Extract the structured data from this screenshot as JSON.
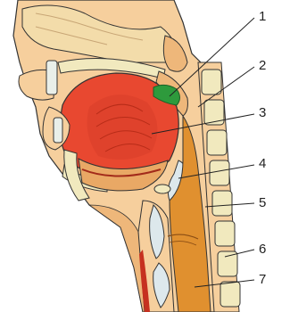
{
  "diagram": {
    "callouts": [
      {
        "id": "1",
        "label": "1"
      },
      {
        "id": "2",
        "label": "2"
      },
      {
        "id": "3",
        "label": "3"
      },
      {
        "id": "4",
        "label": "4"
      },
      {
        "id": "5",
        "label": "5"
      },
      {
        "id": "6",
        "label": "6"
      },
      {
        "id": "7",
        "label": "7"
      }
    ],
    "colors": {
      "skin": "#f6cf9d",
      "skin_dark": "#e9a865",
      "tongue": "#e84830",
      "tongue_dark": "#c63120",
      "green": "#2e9a3c",
      "bone": "#f1e9be",
      "cartilage": "#dde8ec",
      "esophagus": "#e0902f",
      "outline": "#333333"
    }
  }
}
